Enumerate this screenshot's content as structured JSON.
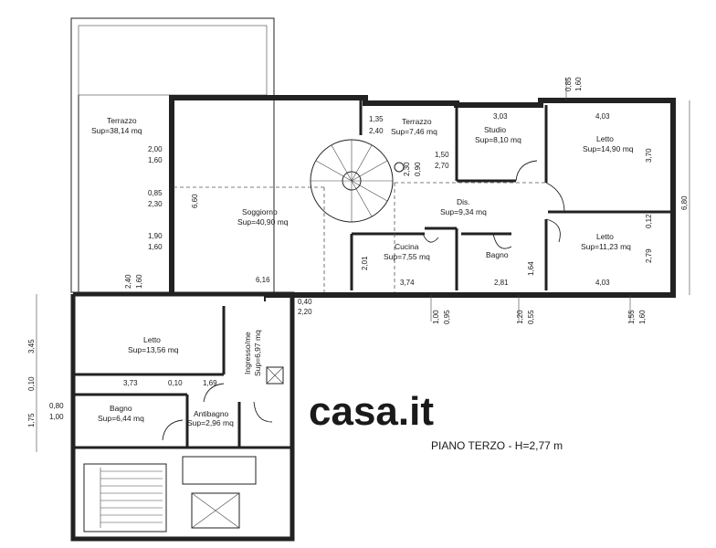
{
  "title": "PIANO TERZO - H=2,77 m",
  "watermark": "casa.it",
  "rooms": {
    "terrazzo_big": {
      "name": "Terrazzo",
      "area": "Sup=38,14 mq"
    },
    "terrazzo_small": {
      "name": "Terrazzo",
      "area": "Sup=7,46 mq"
    },
    "soggiorno": {
      "name": "Soggiorno",
      "area": "Sup=40,90 mq"
    },
    "studio": {
      "name": "Studio",
      "area": "Sup=8,10 mq"
    },
    "letto_1": {
      "name": "Letto",
      "area": "Sup=14,90 mq"
    },
    "dis": {
      "name": "Dis.",
      "area": "Sup=9,34 mq"
    },
    "letto_2": {
      "name": "Letto",
      "area": "Sup=11,23 mq"
    },
    "cucina": {
      "name": "Cucina",
      "area": "Sup=7,55 mq"
    },
    "bagno_1": {
      "name": "Bagno"
    },
    "letto_3": {
      "name": "Letto",
      "area": "Sup=13,56 mq"
    },
    "ingresso": {
      "name": "Ingresso/me",
      "area": "Sup=6,97 mq"
    },
    "bagno_2": {
      "name": "Bagno",
      "area": "Sup=6,44 mq"
    },
    "antibagno": {
      "name": "Antibagno",
      "area": "Sup=2,96 mq"
    }
  },
  "dimensions": {
    "d_085_top": "0,85",
    "d_160_top": "1,60",
    "d_135": "1,35",
    "d_240_a": "2,40",
    "d_303": "3,03",
    "d_403_top": "4,03",
    "d_200": "2,00",
    "d_160_a": "1,60",
    "d_085_b": "0,85",
    "d_230_a": "2,30",
    "d_190": "1,90",
    "d_160_b": "1,60",
    "d_660": "6,60",
    "d_230_b": "2,30",
    "d_090": "0,90",
    "d_150": "1,50",
    "d_270": "2,70",
    "d_370": "3,70",
    "d_680": "6,80",
    "d_012": "0,12",
    "d_279": "2,79",
    "d_240_b": "2,40",
    "d_160_c": "1,60",
    "d_616": "6,16",
    "d_201": "2,01",
    "d_374": "3,74",
    "d_281": "2,81",
    "d_164": "1,64",
    "d_403_bot": "4,03",
    "d_040": "0,40",
    "d_220": "2,20",
    "d_100": "1,00",
    "d_095": "0,95",
    "d_120": "1,20",
    "d_055": "0,55",
    "d_155": "1,55",
    "d_160_d": "1,60",
    "d_345": "3,45",
    "d_010_a": "0,10",
    "d_175": "1,75",
    "d_373": "3,73",
    "d_010_b": "0,10",
    "d_169": "1,69",
    "d_080": "0,80",
    "d_100_b": "1,00"
  }
}
